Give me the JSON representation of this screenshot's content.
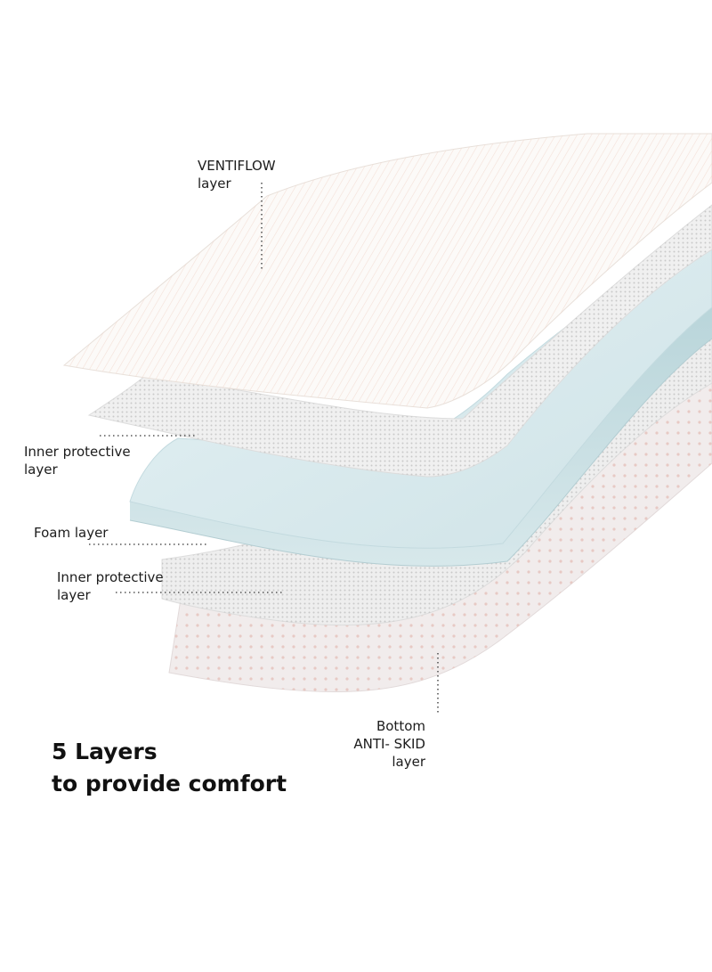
{
  "labels": {
    "ventiflow": {
      "line1": "VENTIFLOW",
      "line2": "layer"
    },
    "inner_protective_top": {
      "line1": "Inner protective",
      "line2": "layer"
    },
    "foam": {
      "line1": "Foam layer"
    },
    "inner_protective_bottom": {
      "line1": "Inner protective",
      "line2": "layer"
    },
    "bottom_anti_skid": {
      "line1": "Bottom",
      "line2": "ANTI- SKID",
      "line3": "layer"
    }
  },
  "headline": {
    "line1": "5 Layers",
    "line2": "to provide comfort"
  },
  "colors": {
    "ventiflow_layer": "#fbf8f5",
    "inner_protective_layer": "#ececec",
    "foam_layer": "#d7e9ec",
    "anti_skid_layer": "#efeaea",
    "leader_line": "#555555",
    "text": "#1c1c1c"
  }
}
